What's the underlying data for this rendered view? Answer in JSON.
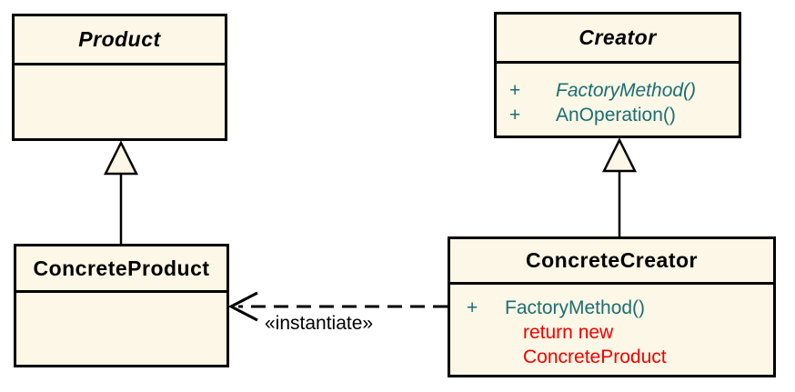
{
  "colors": {
    "background": "#FFFFFF",
    "box_fill": "#FCF7E6",
    "box_border": "#000000",
    "title_text": "#000000",
    "method_text": "#1B6E74",
    "note_text": "#F20000",
    "edge_label_text": "#000000",
    "edge_stroke": "#000000"
  },
  "classes": {
    "product": {
      "name": "Product"
    },
    "creator": {
      "name": "Creator",
      "methods": [
        {
          "visibility": "+",
          "name": "FactoryMethod()"
        },
        {
          "visibility": "+",
          "name": "AnOperation()"
        }
      ]
    },
    "concrete_product": {
      "name": "ConcreteProduct"
    },
    "concrete_creator": {
      "name": "ConcreteCreator",
      "methods": [
        {
          "visibility": "+",
          "name": "FactoryMethod()"
        }
      ],
      "code_note": [
        "return new",
        "ConcreteProduct"
      ]
    }
  },
  "relationships": {
    "product_generalization": {
      "from": "ConcreteProduct",
      "to": "Product",
      "type": "generalization"
    },
    "creator_generalization": {
      "from": "ConcreteCreator",
      "to": "Creator",
      "type": "generalization"
    },
    "instantiate": {
      "from": "ConcreteCreator",
      "to": "ConcreteProduct",
      "type": "dashed-dependency",
      "label": "«instantiate»"
    }
  }
}
